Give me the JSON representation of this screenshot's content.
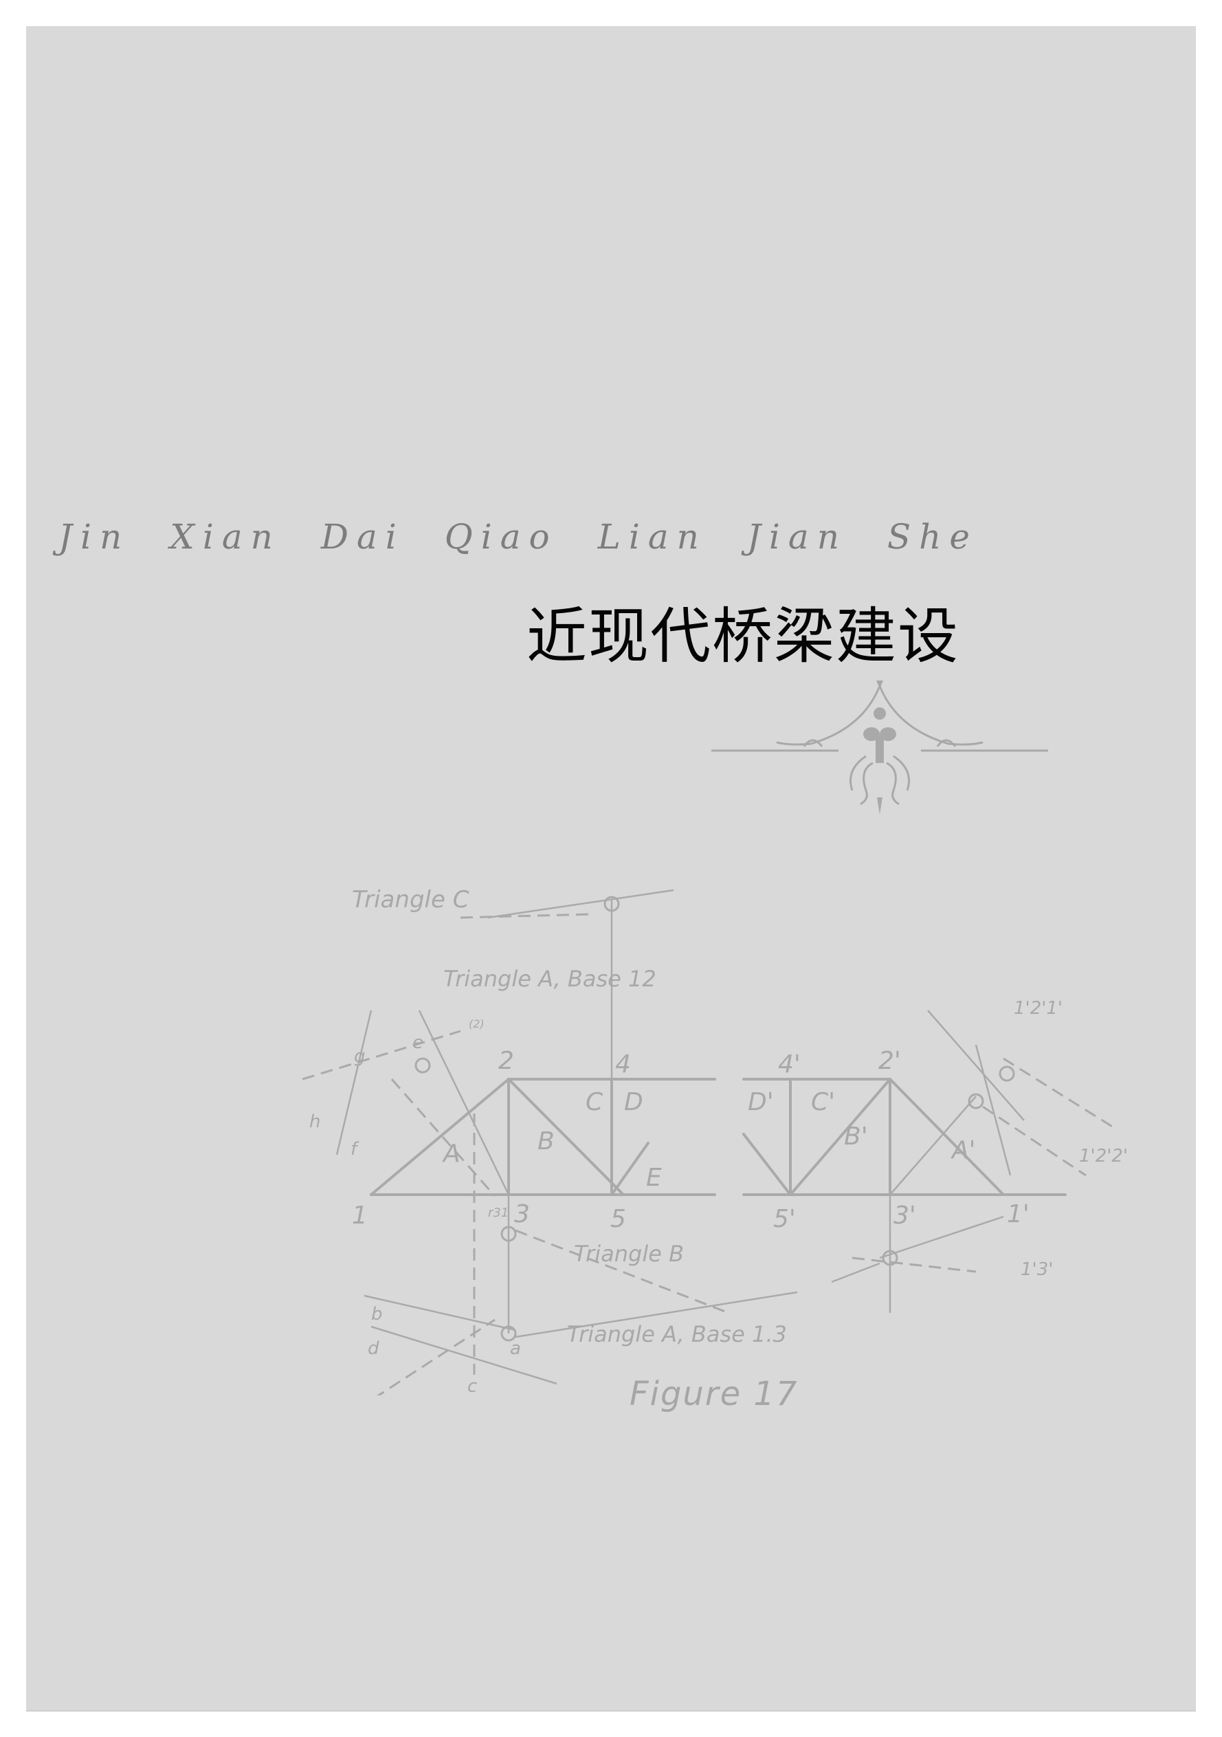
{
  "page": {
    "background_color": "#d9d9d9",
    "pinyin_heading": [
      "Jin",
      "Xian",
      "Dai",
      "Qiao",
      "Lian",
      "Jian",
      "She"
    ],
    "title": "近现代桥梁建设",
    "ornament": "ornament-divider"
  },
  "figure": {
    "caption": "Figure 17",
    "line_color": "#a8a8a8",
    "labels": {
      "triangle_c": "Triangle C",
      "triangle_a_base_12": "Triangle A, Base 12",
      "triangle_b": "Triangle B",
      "triangle_a_base_13": "Triangle A, Base 1.3",
      "r31": "r31",
      "r2": "(2)",
      "nodes_left": [
        "1",
        "2",
        "3",
        "4",
        "5"
      ],
      "nodes_right": [
        "1'",
        "2'",
        "3'",
        "4'",
        "5'"
      ],
      "panels_left": [
        "A",
        "B",
        "C",
        "D",
        "E"
      ],
      "panels_right": [
        "A'",
        "B'",
        "C'",
        "D'"
      ],
      "construction_points": [
        "a",
        "b",
        "c",
        "d",
        "e",
        "f",
        "g",
        "h"
      ],
      "right_annotations": [
        "1'2'1'",
        "1'2'2'",
        "1'3'"
      ]
    }
  }
}
